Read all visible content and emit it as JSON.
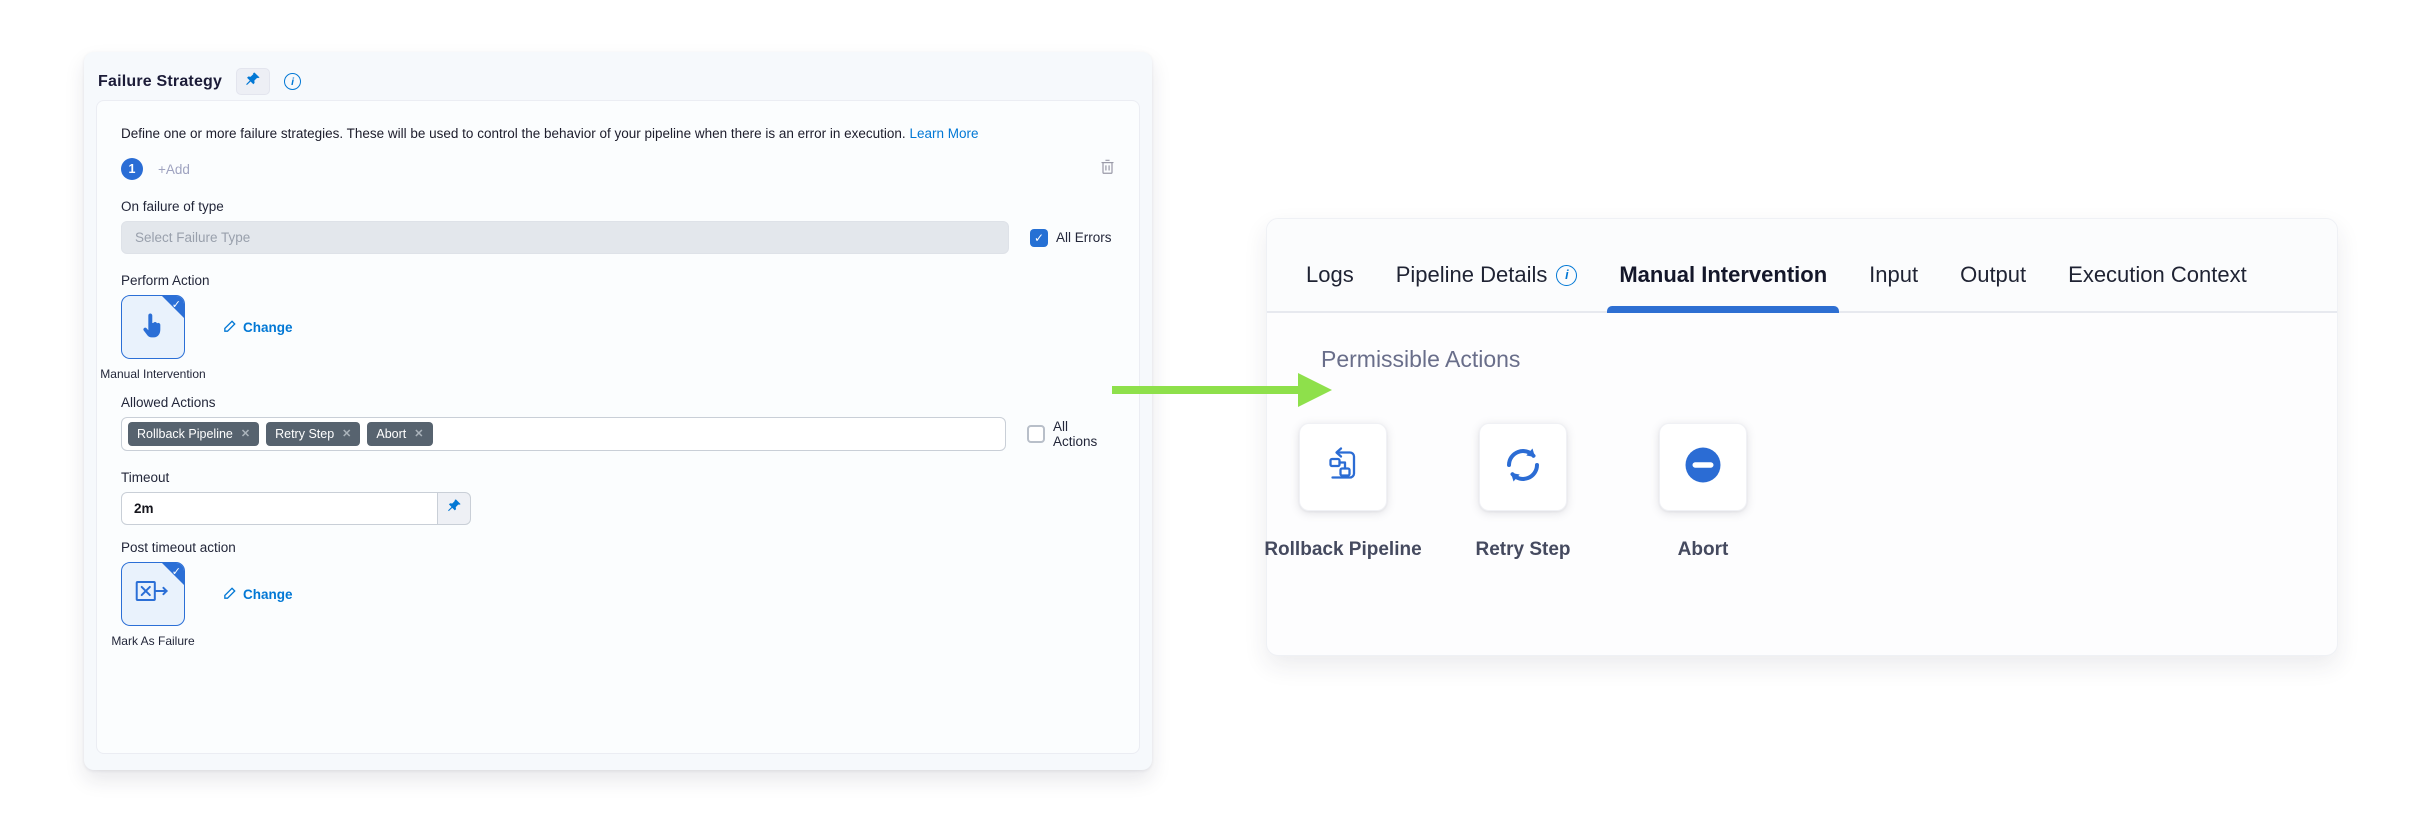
{
  "colors": {
    "accent_blue": "#0278d5",
    "icon_blue": "#2b6cd4",
    "arrow_green": "#8ee04b",
    "tag_bg": "#57636f"
  },
  "failure_strategy": {
    "title": "Failure Strategy",
    "description": "Define one or more failure strategies. These will be used to control the behavior of your pipeline when there is an error in execution.",
    "learn_more_label": "Learn More",
    "strategy_index": "1",
    "add_label": "+Add",
    "on_failure_label": "On failure of type",
    "failure_type_placeholder": "Select Failure Type",
    "all_errors_label": "All Errors",
    "perform_action_label": "Perform Action",
    "perform_action": {
      "name": "Manual Intervention",
      "change_label": "Change"
    },
    "allowed_actions_label": "Allowed Actions",
    "allowed_actions": [
      "Rollback Pipeline",
      "Retry Step",
      "Abort"
    ],
    "all_actions_label": "All Actions",
    "timeout_label": "Timeout",
    "timeout_value": "2m",
    "post_timeout_label": "Post timeout action",
    "post_timeout_action": {
      "name": "Mark As Failure",
      "change_label": "Change"
    }
  },
  "details_panel": {
    "tabs": [
      {
        "label": "Logs"
      },
      {
        "label": "Pipeline Details"
      },
      {
        "label": "Manual Intervention"
      },
      {
        "label": "Input"
      },
      {
        "label": "Output"
      },
      {
        "label": "Execution Context"
      }
    ],
    "active_tab": "Manual Intervention",
    "section_title": "Permissible Actions",
    "actions": [
      {
        "label": "Rollback Pipeline",
        "icon": "rollback-pipeline-icon"
      },
      {
        "label": "Retry Step",
        "icon": "retry-step-icon"
      },
      {
        "label": "Abort",
        "icon": "abort-icon"
      }
    ]
  }
}
